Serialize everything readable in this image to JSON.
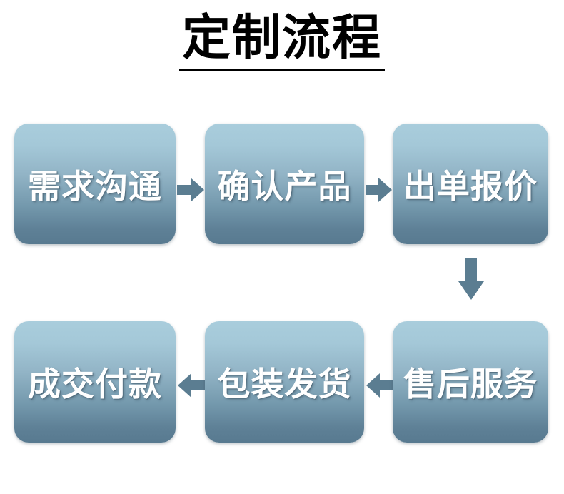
{
  "page": {
    "title": "定制流程",
    "background_color": "#ffffff"
  },
  "theme": {
    "box_gradient_top": "#a9cddc",
    "box_gradient_bottom": "#587a90",
    "arrow_color": "#5b7d91",
    "box_text_color": "#ffffff",
    "title_color": "#000000"
  },
  "flow": {
    "nodes": [
      {
        "id": "node-0",
        "label": "需求沟通",
        "step": 1,
        "row": 1,
        "column": 1
      },
      {
        "id": "node-1",
        "label": "确认产品",
        "step": 2,
        "row": 1,
        "column": 2
      },
      {
        "id": "node-2",
        "label": "出单报价",
        "step": 3,
        "row": 1,
        "column": 3
      },
      {
        "id": "node-3",
        "label": "成交付款",
        "step": 6,
        "row": 2,
        "column": 1
      },
      {
        "id": "node-4",
        "label": "包装发货",
        "step": 5,
        "row": 2,
        "column": 2
      },
      {
        "id": "node-5",
        "label": "售后服务",
        "step": 4,
        "row": 2,
        "column": 3
      }
    ],
    "arrows": [
      {
        "id": "arrow-0",
        "direction": "right",
        "from": "需求沟通",
        "to": "确认产品"
      },
      {
        "id": "arrow-1",
        "direction": "right",
        "from": "确认产品",
        "to": "出单报价"
      },
      {
        "id": "arrow-2",
        "direction": "down",
        "from": "出单报价",
        "to": "售后服务"
      },
      {
        "id": "arrow-3",
        "direction": "left",
        "from": "售后服务",
        "to": "包装发货"
      },
      {
        "id": "arrow-4",
        "direction": "left",
        "from": "包装发货",
        "to": "成交付款"
      }
    ]
  }
}
